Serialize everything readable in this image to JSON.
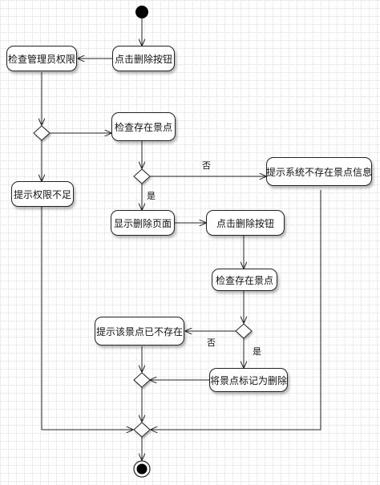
{
  "diagram": {
    "type": "uml-activity",
    "nodes": {
      "click_delete_1": "点击删除按钮",
      "check_admin": "检查管理员权限",
      "no_permission": "提示权限不足",
      "check_spot_1": "检查存在景点",
      "spot_not_exist_info": "提示系统不存在景点信息",
      "show_delete_page": "显示删除页面",
      "click_delete_2": "点击删除按钮",
      "check_spot_2": "检查存在景点",
      "spot_already_gone": "提示该景点已不存在",
      "mark_deleted": "将景点标记为删除"
    },
    "edge_labels": {
      "no_1": "否",
      "yes_1": "是",
      "no_2": "否",
      "yes_2": "是"
    },
    "colors": {
      "line": "#222222",
      "fill": "#ffffff",
      "initial": "#000000",
      "grid": "#ececec"
    }
  }
}
